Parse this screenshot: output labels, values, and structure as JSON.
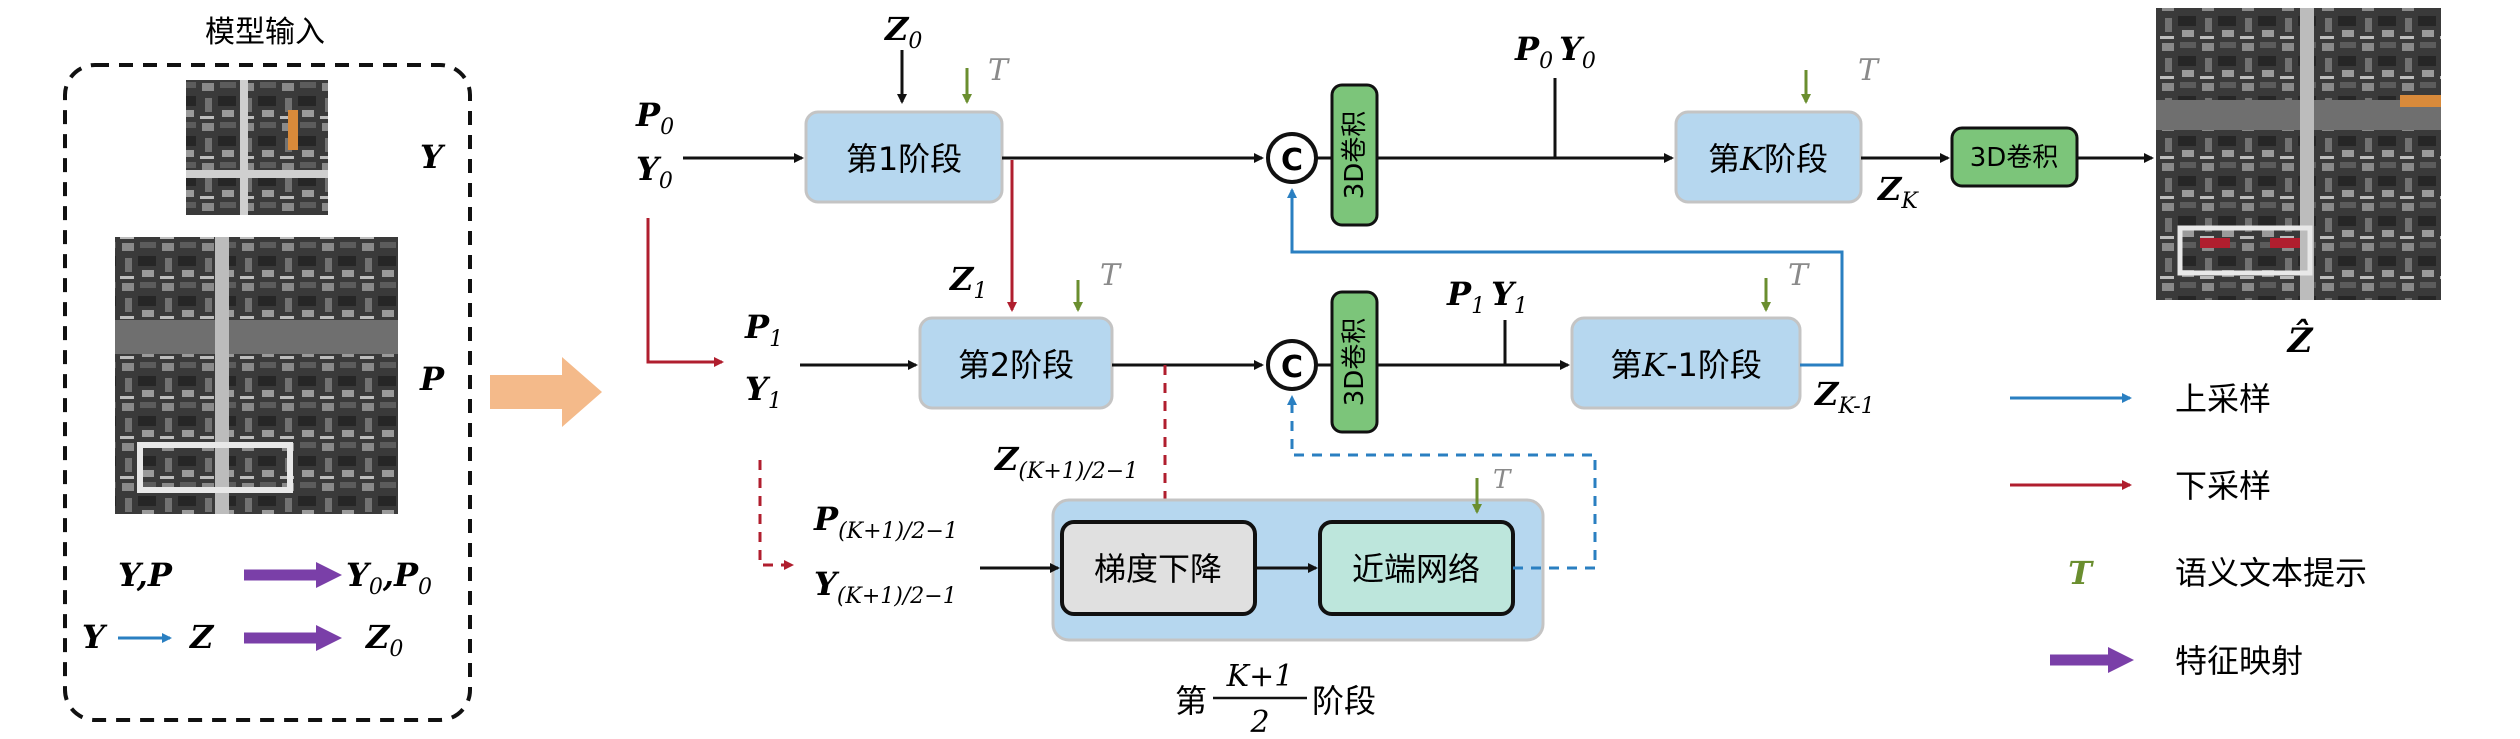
{
  "input_panel": {
    "title": "模型输入",
    "label_y": "Y",
    "label_p": "P",
    "map_row1_left": "Y,P",
    "map_row1_right_a": "Y",
    "map_row1_right_a_sub": "0",
    "map_row1_right_b": "P",
    "map_row1_right_b_sub": "0",
    "map_row2_left": "Y",
    "map_row2_mid": "Z",
    "map_row2_right": "Z",
    "map_row2_right_sub": "0"
  },
  "stage_inputs": {
    "p0": "P",
    "p0_sub": "0",
    "y0": "Y",
    "y0_sub": "0",
    "p1": "P",
    "p1_sub": "1",
    "y1": "Y",
    "y1_sub": "1",
    "pk": "P",
    "pk_sub": "(K+1)/2−1",
    "yk": "Y",
    "yk_sub": "(K+1)/2−1"
  },
  "latents": {
    "z0": "Z",
    "z0_sub": "0",
    "z1": "Z",
    "z1_sub": "1",
    "zmid": "Z",
    "zmid_sub": "(K+1)/2−1",
    "zk": "Z",
    "zk_sub": "K",
    "zk1": "Z",
    "zk1_sub": "K-1"
  },
  "skip_labels": {
    "top_p": "P",
    "top_p_sub": "0",
    "top_y": "Y",
    "top_y_sub": "0",
    "mid_p": "P",
    "mid_p_sub": "1",
    "mid_y": "Y",
    "mid_y_sub": "1"
  },
  "stages": {
    "s1_pre": "第1阶段",
    "s2_pre": "第2阶段",
    "sk_pre": "第",
    "sk_var": "K",
    "sk_post": "阶段",
    "sk1_pre": "第",
    "sk1_var": "K",
    "sk1_post": "-1阶段",
    "mid_pre": "第",
    "mid_num": "K+1",
    "mid_den": "2",
    "mid_post": "阶段",
    "gradient": "梯度下降",
    "proximal": "近端网络"
  },
  "ops": {
    "concat": "C",
    "conv3d": "3D卷积",
    "text_t": "T"
  },
  "output": {
    "label": "Ẑ"
  },
  "legend": {
    "upsample": "上采样",
    "downsample": "下采样",
    "text_symbol": "T",
    "text_prompt": "语义文本提示",
    "feature_map": "特征映射"
  },
  "colors": {
    "stage_fill": "#b6d7ef",
    "conv_fill": "#7cc57a",
    "upsample": "#2a7fc1",
    "downsample": "#b01e2e",
    "feature": "#7a3fa8",
    "text_arrow": "#6a8e2f",
    "big_arrow": "#f4ba8a"
  }
}
